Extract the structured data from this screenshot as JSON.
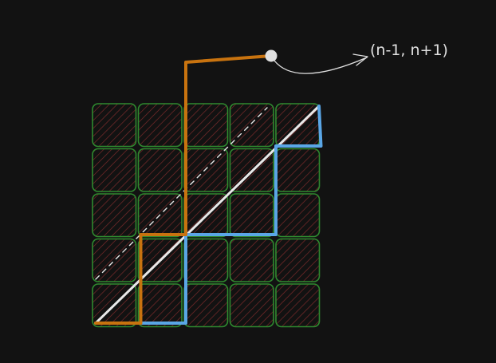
{
  "diagram": {
    "grid": {
      "rows": 5,
      "cols": 5
    },
    "endpoint_label": "(n-1, n+1)",
    "colors": {
      "background": "#121212",
      "cell_border": "#2f8a2f",
      "cell_hatch": "#7a2a2a",
      "diagonal_solid": "#e8e8e8",
      "diagonal_dashed": "#e8e8e8",
      "orange_path": "#c8730f",
      "blue_path": "#5aa6e6",
      "endpoint": "#e0e0e0",
      "arrow": "#e0e0e0",
      "label": "#e0e0e0"
    },
    "orange_path_lattice": [
      [
        0,
        0
      ],
      [
        1,
        0
      ],
      [
        1,
        2
      ],
      [
        2,
        2
      ],
      [
        2,
        6
      ],
      [
        4,
        6
      ]
    ],
    "blue_path_lattice": [
      [
        0,
        0
      ],
      [
        2,
        0
      ],
      [
        2,
        2
      ],
      [
        4,
        2
      ],
      [
        4,
        4
      ],
      [
        5,
        4
      ],
      [
        5,
        5
      ]
    ]
  }
}
